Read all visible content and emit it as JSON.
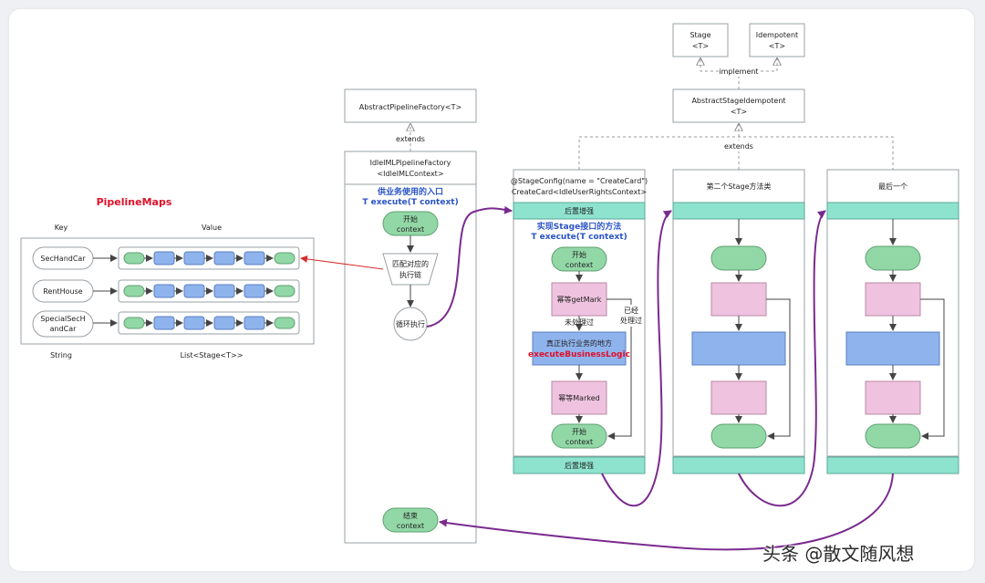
{
  "pipeline_maps": {
    "title": "PipelineMaps",
    "key_header": "Key",
    "value_header": "Value",
    "key_type": "String",
    "value_type": "List<Stage<T>>",
    "rows": [
      {
        "key_line1": "SecHandCar",
        "key_line2": ""
      },
      {
        "key_line1": "RentHouse",
        "key_line2": ""
      },
      {
        "key_line1": "SpecialSecH",
        "key_line2": "andCar"
      }
    ]
  },
  "factory": {
    "abstract": "AbstractPipelineFactory<T>",
    "extends_label": "extends",
    "impl_line1": "IdleIMLPipelineFactory",
    "impl_line2": "<IdleIMLContext>",
    "entry_line1": "供业务使用的入口",
    "entry_line2": "T execute(T context)",
    "start_line1": "开始",
    "start_line2": "context",
    "match_line1": "匹配对应的",
    "match_line2": "执行链",
    "loop": "循环执行",
    "end_line1": "结束",
    "end_line2": "context"
  },
  "interfaces": {
    "stage_line1": "Stage",
    "stage_line2": "<T>",
    "idempotent_line1": "Idempotent",
    "idempotent_line2": "<T>",
    "implement_label": "implement",
    "abstract_line1": "AbstractStageIdempotent",
    "abstract_line2": "<T>",
    "extends_label": "extends"
  },
  "stage1": {
    "header_line1": "@StageConfig(name = \"CreateCard\")",
    "header_line2": "CreateCard<IdleUserRightsContext>",
    "pre_enhance": "后置增强",
    "method_line1": "实现Stage接口的方法",
    "method_line2": "T execute(T context)",
    "start_line1": "开始",
    "start_line2": "context",
    "getmark": "幂等getMark",
    "handled_line1": "已经",
    "handled_line2": "处理过",
    "unhandled": "未处理过",
    "business_line1": "真正执行业务的地方",
    "business_line2": "executeBusinessLogic",
    "marked": "幂等Marked",
    "end_line1": "开始",
    "end_line2": "context",
    "post_enhance": "后置增强"
  },
  "stage2": {
    "header": "第二个Stage方法类"
  },
  "stage3": {
    "header": "最后一个"
  },
  "watermark": "头条 @散文随风想",
  "colors": {
    "teal": "#8ee3cf",
    "green": "#92d8a7",
    "pink": "#efc3df",
    "blue": "#8fb3ec",
    "purple": "#7a2a8f",
    "red": "#d62b2b",
    "title_red": "#e0102a",
    "method_blue": "#2a54c7"
  }
}
